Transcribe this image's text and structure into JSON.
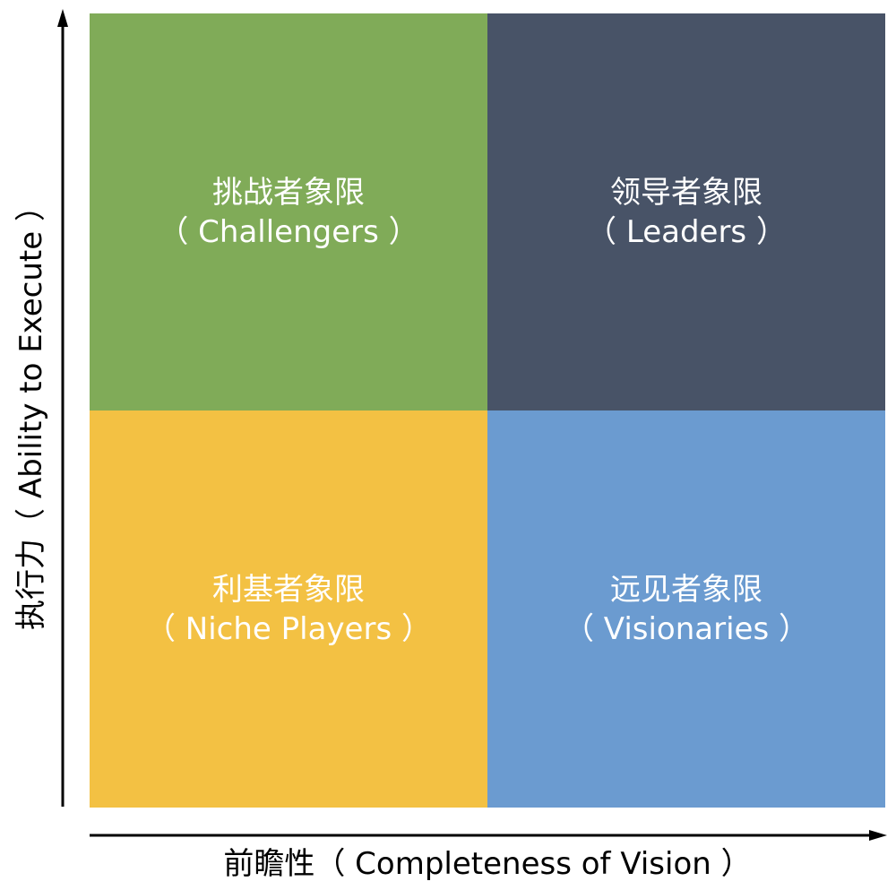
{
  "quadrants": {
    "top_left": {
      "cn": "挑战者象限",
      "en": "（ Challengers ）",
      "color": "#80ab58"
    },
    "top_right": {
      "cn": "领导者象限",
      "en": "（ Leaders ）",
      "color": "#485367"
    },
    "bottom_left": {
      "cn": "利基者象限",
      "en": "（ Niche Players ）",
      "color": "#f3c143"
    },
    "bottom_right": {
      "cn": "远见者象限",
      "en": "（ Visionaries ）",
      "color": "#6b9bd0"
    }
  },
  "axes": {
    "x_title": "前瞻性（ Completeness of Vision ）",
    "y_title": "执行力（ Ability to Execute ）",
    "line_color": "#000000"
  }
}
